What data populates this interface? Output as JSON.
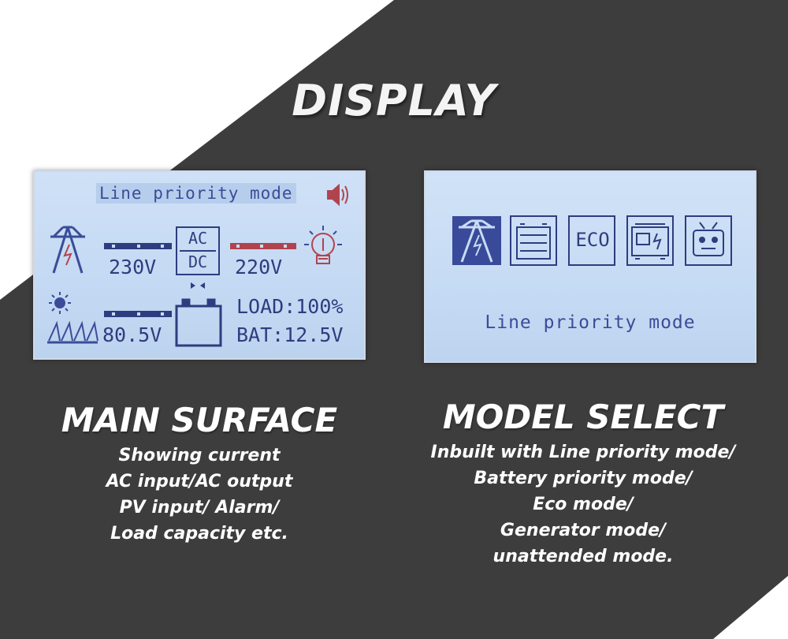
{
  "title": "DISPLAY",
  "colors": {
    "background_dark": "#3d3d3d",
    "background_light": "#ffffff",
    "lcd_blue": "#c8dcf4",
    "lcd_ink": "#2f3c7f",
    "lcd_red": "#b0444e"
  },
  "main_surface": {
    "heading": "MAIN SURFACE",
    "description": [
      "Showing current",
      "AC input/AC output",
      "PV input/ Alarm/",
      "Load capacity etc."
    ],
    "screen": {
      "mode": "Line priority mode",
      "ac_input_voltage": "230V",
      "ac_output_voltage": "220V",
      "converter_top": "AC",
      "converter_bottom": "DC",
      "pv_voltage": "80.5V",
      "load": "LOAD:100%",
      "battery": "BAT:12.5V",
      "icons": [
        "speaker-icon",
        "power-tower-icon",
        "light-bulb-icon",
        "solar-panel-icon",
        "battery-icon"
      ]
    }
  },
  "model_select": {
    "heading": "MODEL SELECT",
    "description": [
      "Inbuilt with Line priority mode/",
      "Battery priority mode/",
      "Eco mode/",
      "Generator mode/",
      "unattended mode."
    ],
    "screen": {
      "mode": "Line priority mode",
      "eco_label": "ECO",
      "icons": [
        "line-mode-icon",
        "battery-mode-icon",
        "eco-mode-icon",
        "generator-mode-icon",
        "robot-mode-icon"
      ]
    }
  }
}
